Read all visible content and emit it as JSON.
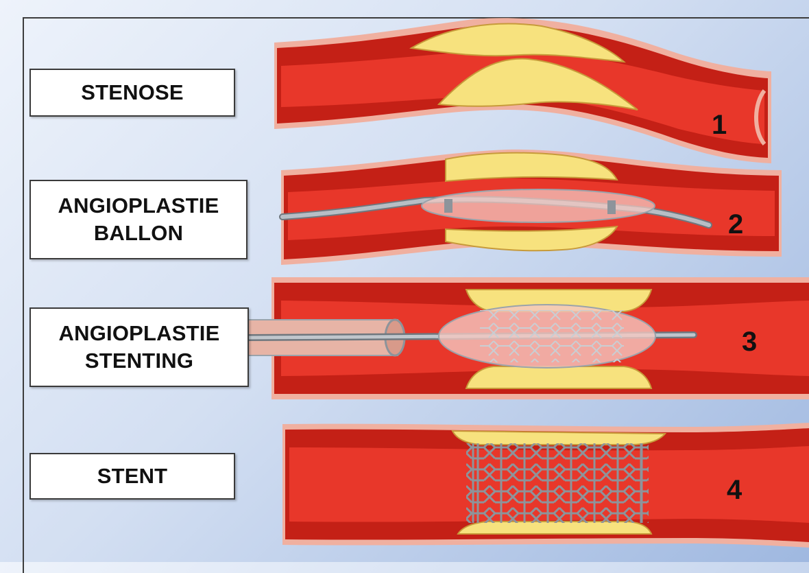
{
  "labels": {
    "stenose": "STENOSE",
    "balloon_line1": "ANGIOPLASTIE",
    "balloon_line2": "BALLON",
    "stenting_line1": "ANGIOPLASTIE",
    "stenting_line2": "STENTING",
    "stent": "STENT"
  },
  "steps": [
    "1",
    "2",
    "3",
    "4"
  ],
  "colors": {
    "vessel_wall": "#c42016",
    "lumen": "#e8372a",
    "plaque": "#f7e27e",
    "intima": "#f3b8a6",
    "catheter": "#9aa3ab",
    "stent": "#8d949b"
  }
}
